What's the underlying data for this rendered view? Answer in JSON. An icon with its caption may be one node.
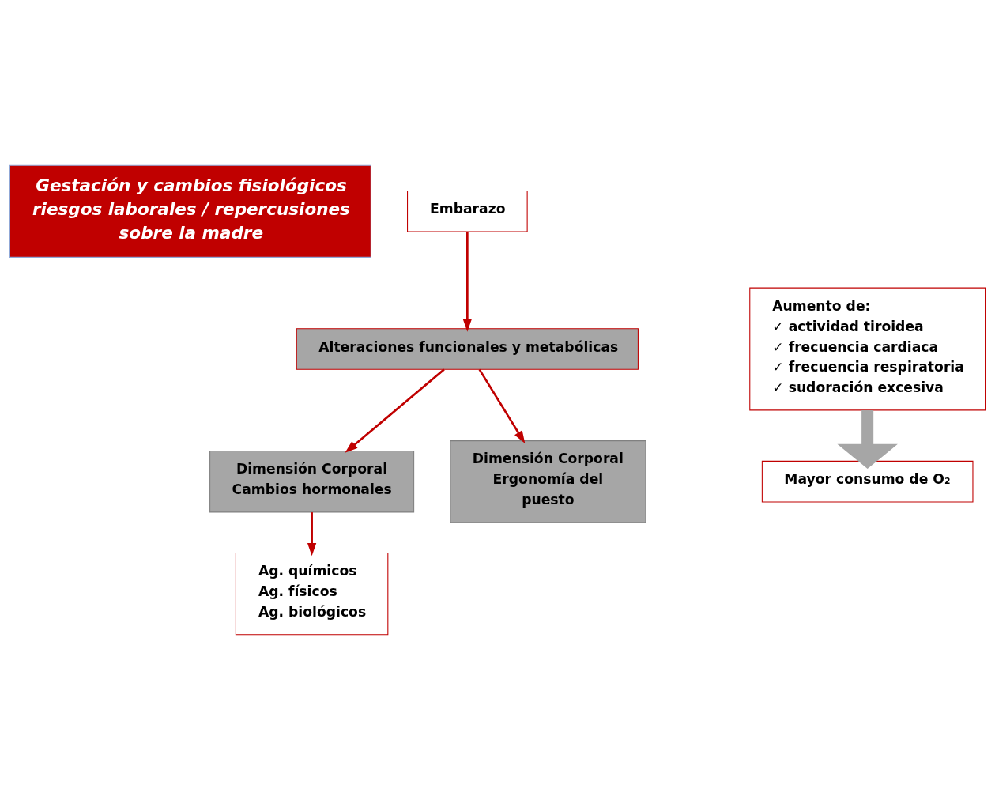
{
  "diagram": {
    "nodes": [
      {
        "text": [
          "Gestación y cambios fisiológicos riesgos laborales / repercusiones sobre la madre"
        ]
      },
      {
        "text": [
          "Embarazo"
        ]
      },
      {
        "text": [
          "Alteraciones funcionales y metabólicas"
        ]
      },
      {
        "text": [
          "Dimensión Corporal Cambios hormonales"
        ]
      },
      {
        "text": [
          "Dimensión Corporal Ergonomía del puesto"
        ]
      },
      {
        "text": [
          "Ag. químicos",
          "Ag. físicos",
          "Ag. biológicos"
        ]
      },
      {
        "text": [
          "Aumento de:",
          "✓ actividad tiroidea",
          "✓ frecuencia cardiaca",
          "✓ frecuencia respiratoria",
          "✓ sudoración excesiva"
        ]
      },
      {
        "text": [
          "Mayor consumo de O₂"
        ]
      }
    ],
    "edges": [
      {
        "from": 1,
        "to": 2,
        "arrow": "to"
      },
      {
        "from": 2,
        "to": 3,
        "arrow": "to"
      },
      {
        "from": 2,
        "to": 4,
        "arrow": "to"
      },
      {
        "from": 3,
        "to": 5,
        "arrow": "to"
      },
      {
        "from": 6,
        "to": 7,
        "arrow": "to",
        "style": "thick",
        "color": "#a6a6a6"
      }
    ]
  }
}
